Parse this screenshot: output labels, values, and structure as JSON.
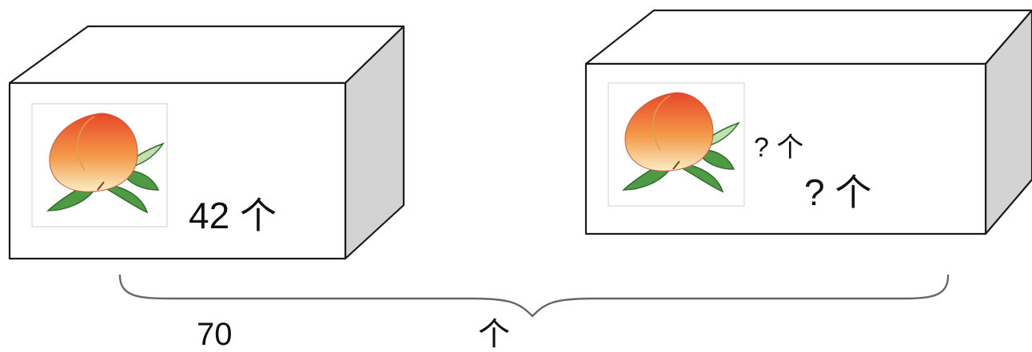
{
  "colors": {
    "box_outline": "#1a1a1a",
    "box_front": "#ffffff",
    "box_top": "#ffffff",
    "box_side": "#d3d3d3",
    "peach_top": "#e8472a",
    "peach_mid": "#f39a48",
    "peach_bottom": "#fbeec6",
    "leaf": "#4f9a45",
    "leaf_light": "#bfe1b0",
    "brace": "#666666",
    "text": "#111111"
  },
  "icons": {
    "left_box": "peach-icon",
    "right_box": "peach-icon"
  },
  "left_box": {
    "count_label": "42 个"
  },
  "right_box": {
    "count_label_small": "? 个",
    "count_label_large": "? 个"
  },
  "total": {
    "number": "70",
    "unit": "个"
  }
}
